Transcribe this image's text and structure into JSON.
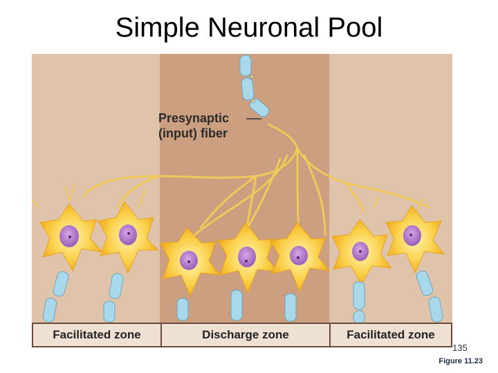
{
  "title": "Simple Neuronal Pool",
  "label": {
    "line1": "Presynaptic",
    "line2": "(input) fiber"
  },
  "zones": [
    "Facilitated zone",
    "Discharge zone",
    "Facilitated zone"
  ],
  "page_number": "135",
  "figure": "Figure 11.23",
  "colors": {
    "outer_zone": "#dfc3aa",
    "discharge_zone": "#cb9f7f",
    "axon_fiber": "#f4cd64",
    "neuron_body": "#f7c12e",
    "nucleus": "#b073c4",
    "myelin": "#a9d8ea"
  }
}
